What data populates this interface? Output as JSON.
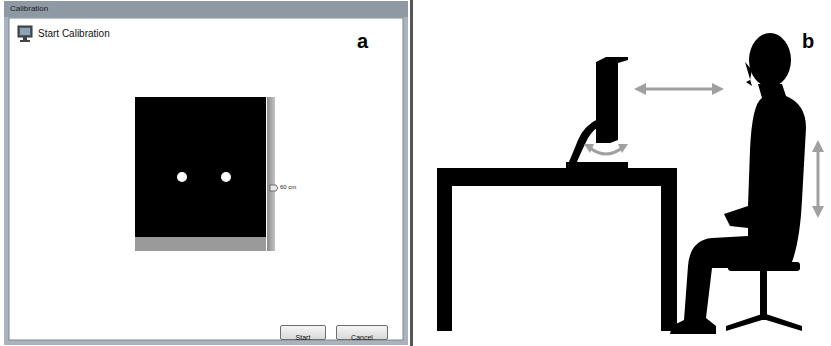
{
  "diagram": {
    "nodes": [
      {
        "text": [
          "Calibration",
          "Start Calibration"
        ]
      },
      {
        "text": [
          "Start"
        ],
        "in": 0
      },
      {
        "text": [
          "Cancel"
        ],
        "in": 0
      }
    ],
    "labels": [
      "a",
      "60 cm",
      "b"
    ]
  }
}
